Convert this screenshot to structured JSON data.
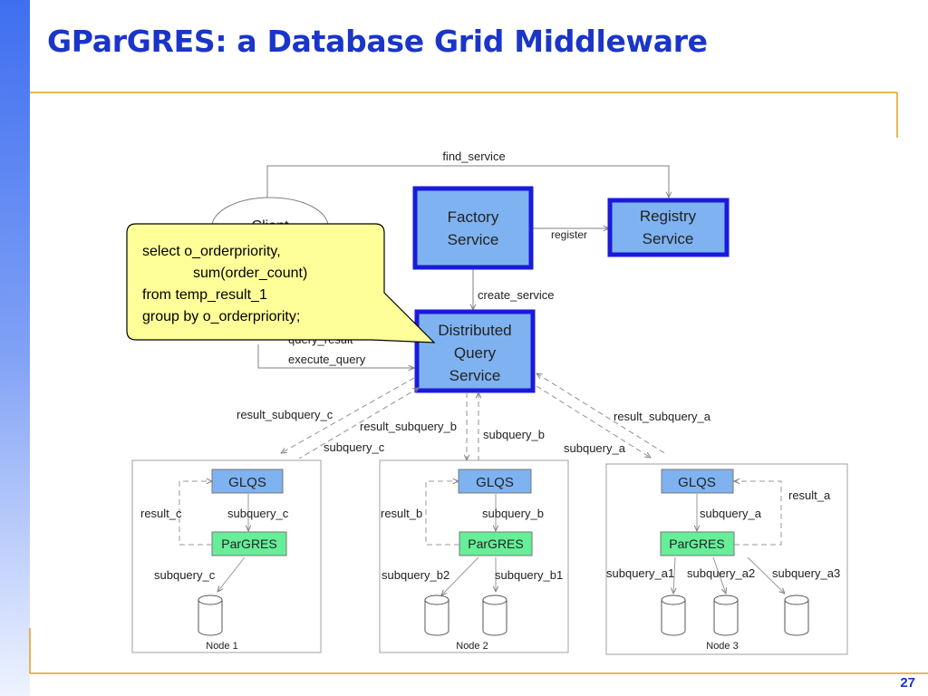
{
  "title": "GParGRES: a Database Grid Middleware",
  "page_number": "27",
  "client": "Client",
  "services": {
    "factory": [
      "Factory",
      "Service"
    ],
    "registry": [
      "Registry",
      "Service"
    ],
    "dqs": [
      "Distributed",
      "Query",
      "Service"
    ]
  },
  "edges": {
    "find_service": "find_service",
    "register": "register",
    "create_service": "create_service",
    "query_result": "query_result",
    "execute_query": "execute_query",
    "result_subquery_c": "result_subquery_c",
    "result_subquery_b": "result_subquery_b",
    "result_subquery_a": "result_subquery_a",
    "subquery_c": "subquery_c",
    "subquery_b": "subquery_b",
    "subquery_a": "subquery_a"
  },
  "callout": [
    "select o_orderpriority,",
    "sum(order_count)",
    "from temp_result_1",
    "group by o_orderpriority;"
  ],
  "nodes": [
    {
      "name": "Node 1",
      "glqs": "GLQS",
      "pargres": "ParGRES",
      "result": "result_c",
      "subquery": "subquery_c",
      "db_labels": [
        "subquery_c"
      ]
    },
    {
      "name": "Node 2",
      "glqs": "GLQS",
      "pargres": "ParGRES",
      "result": "result_b",
      "subquery": "subquery_b",
      "db_labels": [
        "subquery_b2",
        "subquery_b1"
      ]
    },
    {
      "name": "Node 3",
      "glqs": "GLQS",
      "pargres": "ParGRES",
      "result": "result_a",
      "subquery": "subquery_a",
      "db_labels": [
        "subquery_a1",
        "subquery_a2",
        "subquery_a3"
      ]
    }
  ],
  "colors": {
    "title": "#1a35c8",
    "service_fill": "#7fb2f0",
    "service_border": "#1a1adb",
    "glqs_fill": "#7fb2f0",
    "pargres_fill": "#66ee99",
    "callout_fill": "#ffff99",
    "frame": "#e0a020"
  }
}
